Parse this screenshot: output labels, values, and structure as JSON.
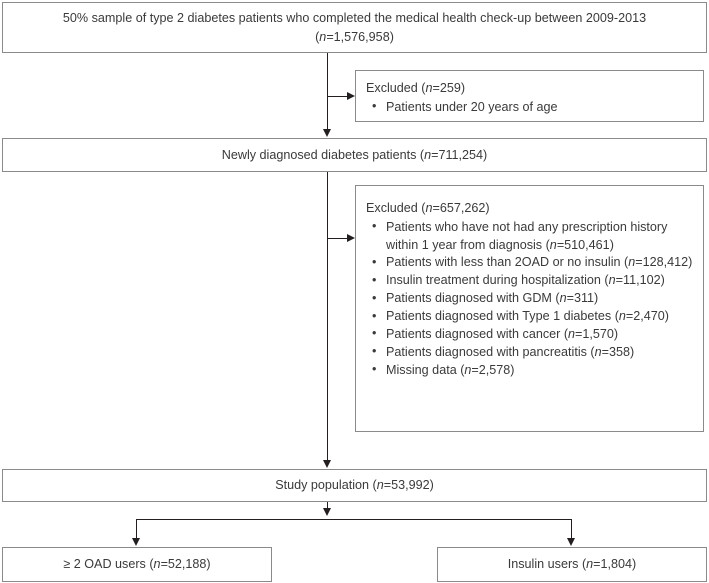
{
  "diagram": {
    "type": "flowchart",
    "title": "Study population selection flow diagram",
    "colors": {
      "box_border": "#8a8a8a",
      "connector": "#231f20",
      "text": "#3a3a3a",
      "background": "#ffffff"
    },
    "nodes": {
      "source_population": {
        "line1": "50% sample of type 2 diabetes patients who completed the medical health check-up between 2009-2013",
        "line2_prefix": "(",
        "line2_italic": "n",
        "line2_suffix": "=1,576,958)"
      },
      "excluded_1": {
        "heading_text": "Excluded (",
        "heading_italic": "n",
        "heading_suffix": "=259)",
        "items": [
          {
            "text": "Patients under 20 years of age",
            "n": ""
          }
        ]
      },
      "newly_diagnosed": {
        "text_prefix": "Newly diagnosed diabetes patients (",
        "text_italic": "n",
        "text_suffix": "=711,254)"
      },
      "excluded_2": {
        "heading_text": "Excluded (",
        "heading_italic": "n",
        "heading_suffix": "=657,262)",
        "items": [
          {
            "line1": "Patients who have not had any prescription history",
            "line2_text": "within 1 year from diagnosis (",
            "line2_italic": "n",
            "line2_suffix": "=510,461)"
          },
          {
            "line1": "Patients with less than 2OAD or no insulin (",
            "line2_text": "",
            "line2_italic": "n",
            "line2_suffix": "=128,412)"
          },
          {
            "line1": "Insulin treatment during hospitalization (",
            "line2_text": "",
            "line2_italic": "n",
            "line2_suffix": "=11,102)"
          },
          {
            "line1": "Patients diagnosed with GDM (",
            "line2_text": "",
            "line2_italic": "n",
            "line2_suffix": "=311)"
          },
          {
            "line1": "Patients diagnosed with Type 1 diabetes (",
            "line2_text": "",
            "line2_italic": "n",
            "line2_suffix": "=2,470)"
          },
          {
            "line1": "Patients diagnosed with cancer (",
            "line2_text": "",
            "line2_italic": "n",
            "line2_suffix": "=1,570)"
          },
          {
            "line1": "Patients diagnosed with pancreatitis (",
            "line2_text": "",
            "line2_italic": "n",
            "line2_suffix": "=358)"
          },
          {
            "line1": "Missing data (",
            "line2_text": "",
            "line2_italic": "n",
            "line2_suffix": "=2,578)"
          }
        ]
      },
      "study_population": {
        "text_prefix": "Study population (",
        "text_italic": "n",
        "text_suffix": "=53,992)"
      },
      "oad_users": {
        "text_prefix": "≥ 2 OAD users (",
        "text_italic": "n",
        "text_suffix": "=52,188)"
      },
      "insulin_users": {
        "text_prefix": "Insulin users (",
        "text_italic": "n",
        "text_suffix": "=1,804)"
      }
    }
  }
}
